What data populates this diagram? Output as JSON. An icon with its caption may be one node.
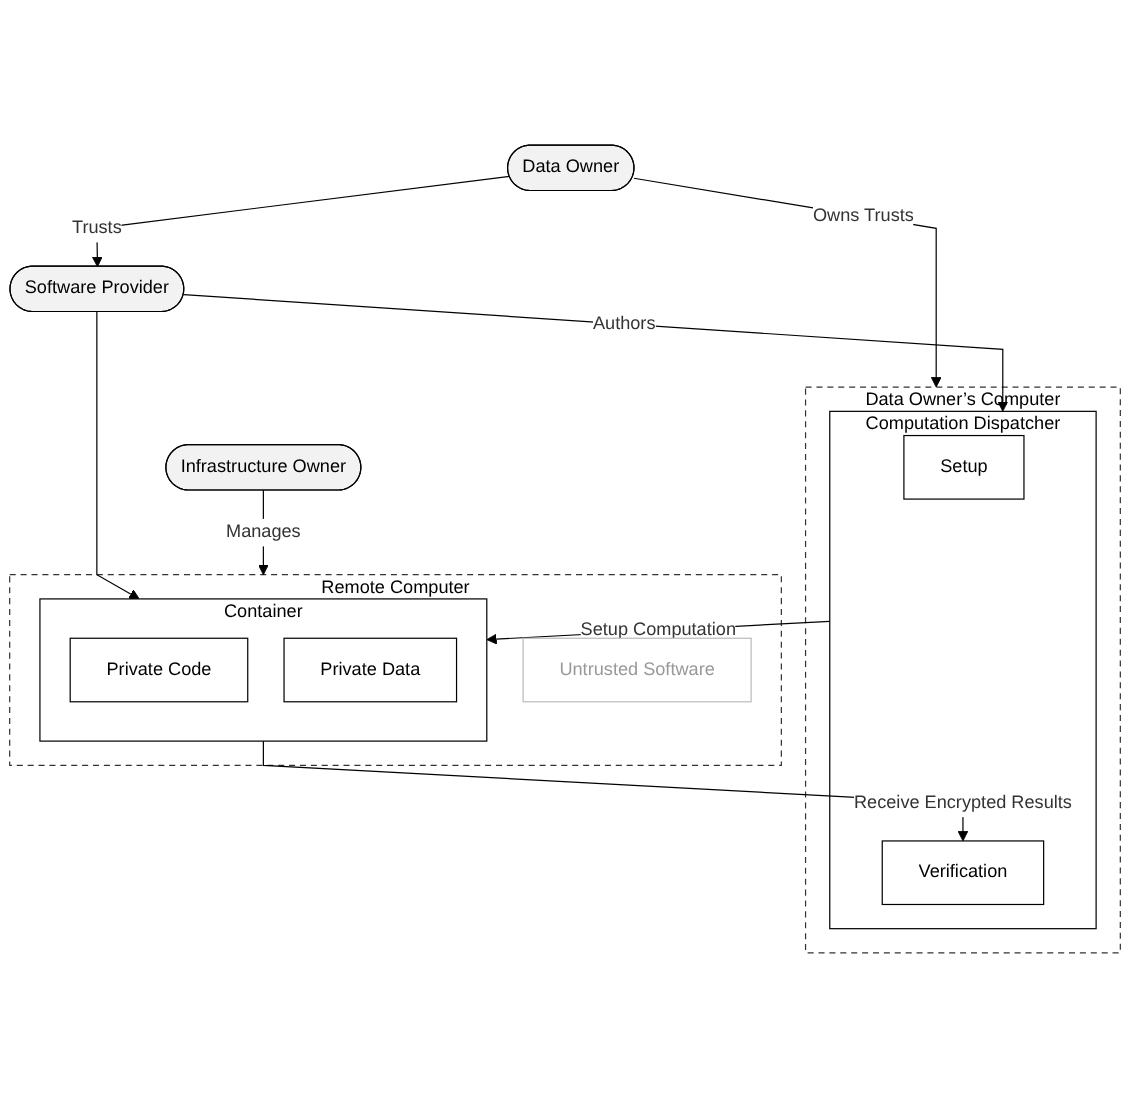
{
  "diagram": {
    "nodes": [
      {
        "text": [
          "Data Owner’s Computer"
        ]
      },
      {
        "text": [
          "Computation Dispatcher"
        ],
        "in": 0
      },
      {
        "text": [
          "Setup"
        ],
        "in": 1
      },
      {
        "text": [
          "Verification"
        ],
        "in": 1
      },
      {
        "text": [
          "Remote Computer"
        ]
      },
      {
        "text": [
          "Untrusted Software"
        ],
        "in": 4
      },
      {
        "text": [
          "Container"
        ],
        "in": 4
      },
      {
        "text": [
          "Private Code"
        ],
        "in": 6
      },
      {
        "text": [
          "Private Data"
        ],
        "in": 6
      },
      {
        "text": [
          "Data Owner"
        ]
      },
      {
        "text": [
          "Software Provider"
        ]
      },
      {
        "text": [
          "Infrastructure Owner"
        ]
      }
    ],
    "edges": [
      {
        "from": 1,
        "to": 6,
        "arrow": "to",
        "label": "Setup Computation"
      },
      {
        "from": 6,
        "to": 3,
        "arrow": "to",
        "label": "Receive Encrypted Results"
      },
      {
        "from": 9,
        "to": 0,
        "arrow": "to",
        "label": "Owns Trusts"
      },
      {
        "from": 9,
        "to": 10,
        "arrow": "to",
        "label": "Trusts"
      },
      {
        "from": 10,
        "to": 1,
        "arrow": "to",
        "label": "Authors"
      },
      {
        "from": 10,
        "to": 6,
        "arrow": "to"
      },
      {
        "from": 11,
        "to": 4,
        "arrow": "to",
        "label": "Manages"
      }
    ]
  }
}
